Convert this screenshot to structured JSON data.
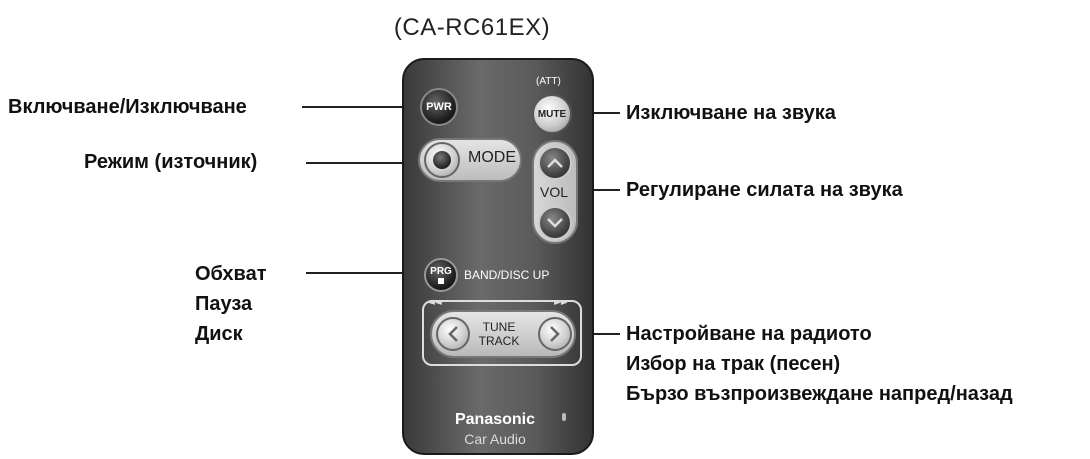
{
  "model": "(CA-RC61EX)",
  "remote": {
    "pwr": "PWR",
    "att": "(ATT)",
    "mute": "MUTE",
    "mode": "MODE",
    "vol": "VOL",
    "prg": "PRG",
    "band": "BAND/DISC UP",
    "tune_line1": "TUNE",
    "tune_line2": "TRACK",
    "brand": "Panasonic",
    "brand_sub": "Car Audio"
  },
  "labels": {
    "power": "Включване/Изключване",
    "mode": "Режим (източник)",
    "band1": "Обхват",
    "band2": "Пауза",
    "band3": "Диск",
    "mute": "Изключване на звука",
    "volume": "Регулиране силата на звука",
    "tune1": "Настройване на радиото",
    "tune2": "Избор на трак (песен)",
    "tune3": "Бързо възпроизвеждане напред/назад"
  }
}
